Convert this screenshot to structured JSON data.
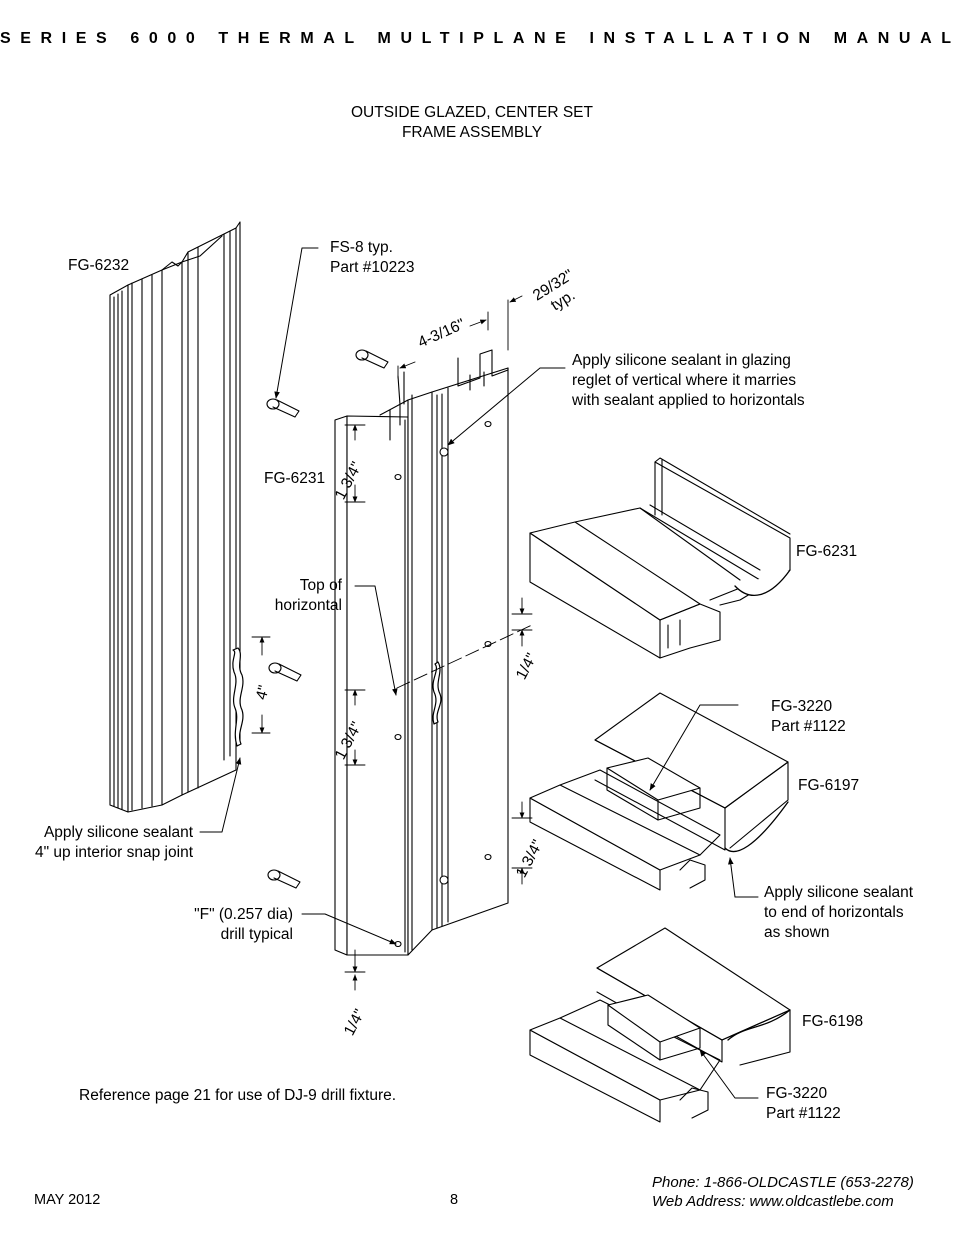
{
  "header": "SERIES 6000 THERMAL MULTIPLANE INSTALLATION MANUAL",
  "title": {
    "line1": "OUTSIDE GLAZED, CENTER SET",
    "line2": "FRAME ASSEMBLY"
  },
  "labels": {
    "fg6232": "FG-6232",
    "fs8_l1": "FS-8 typ.",
    "fs8_l2": "Part #10223",
    "dim_4_3_16": "4-3/16\"",
    "dim_29_32_l1": "29/32\"",
    "dim_29_32_l2": "typ.",
    "glazing_l1": "Apply silicone sealant in glazing",
    "glazing_l2": "reglet of vertical where it marries",
    "glazing_l3": "with sealant applied to horizontals",
    "fg6231_left": "FG-6231",
    "dim_1_3_4_a": "1 3/4\"",
    "fg6231_right": "FG-6231",
    "top_l1": "Top of",
    "top_l2": "horizontal",
    "dim_4in": "4\"",
    "dim_1_4_mid": "1/4\"",
    "dim_1_3_4_b": "1 3/4\"",
    "fg3220_a_l1": "FG-3220",
    "fg3220_a_l2": "Part #1122",
    "fg6197": "FG-6197",
    "snap_l1": "Apply silicone sealant",
    "snap_l2": "4\" up interior snap joint",
    "dim_1_3_4_c": "1 3/4\"",
    "ends_l1": "Apply silicone sealant",
    "ends_l2": "to end of horizontals",
    "ends_l3": "as shown",
    "drill_l1": "\"F\" (0.257 dia)",
    "drill_l2": "drill typical",
    "dim_1_4_bot": "1/4\"",
    "fg6198": "FG-6198",
    "reference": "Reference page 21 for use of DJ-9 drill fixture.",
    "fg3220_b_l1": "FG-3220",
    "fg3220_b_l2": "Part #1122"
  },
  "footer": {
    "date": "MAY 2012",
    "page": "8",
    "phone": "Phone: 1-866-OLDCASTLE (653-2278)",
    "web": "Web Address: www.oldcastlebe.com"
  }
}
